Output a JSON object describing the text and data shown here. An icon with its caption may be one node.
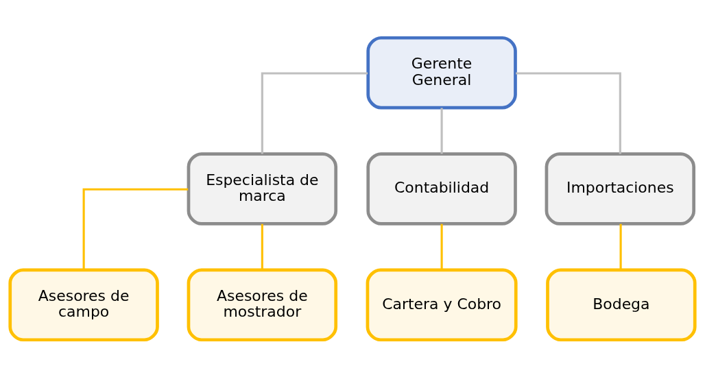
{
  "diagram": {
    "nodes": [
      {
        "text": [
          "Gerente General"
        ]
      },
      {
        "text": [
          "Especialista de marca"
        ]
      },
      {
        "text": [
          "Contabilidad"
        ]
      },
      {
        "text": [
          "Importaciones"
        ]
      },
      {
        "text": [
          "Asesores de campo"
        ]
      },
      {
        "text": [
          "Asesores de mostrador"
        ]
      },
      {
        "text": [
          "Cartera y Cobro"
        ]
      },
      {
        "text": [
          "Bodega"
        ]
      }
    ],
    "edges": [
      {
        "from": 0,
        "to": 1,
        "arrow": "none",
        "color": "#bfbfbf"
      },
      {
        "from": 0,
        "to": 2,
        "arrow": "none",
        "color": "#bfbfbf"
      },
      {
        "from": 0,
        "to": 3,
        "arrow": "none",
        "color": "#bfbfbf"
      },
      {
        "from": 1,
        "to": 4,
        "arrow": "none"
      },
      {
        "from": 1,
        "to": 5,
        "arrow": "none"
      },
      {
        "from": 2,
        "to": 6,
        "arrow": "none"
      },
      {
        "from": 3,
        "to": 7,
        "arrow": "none"
      }
    ]
  }
}
